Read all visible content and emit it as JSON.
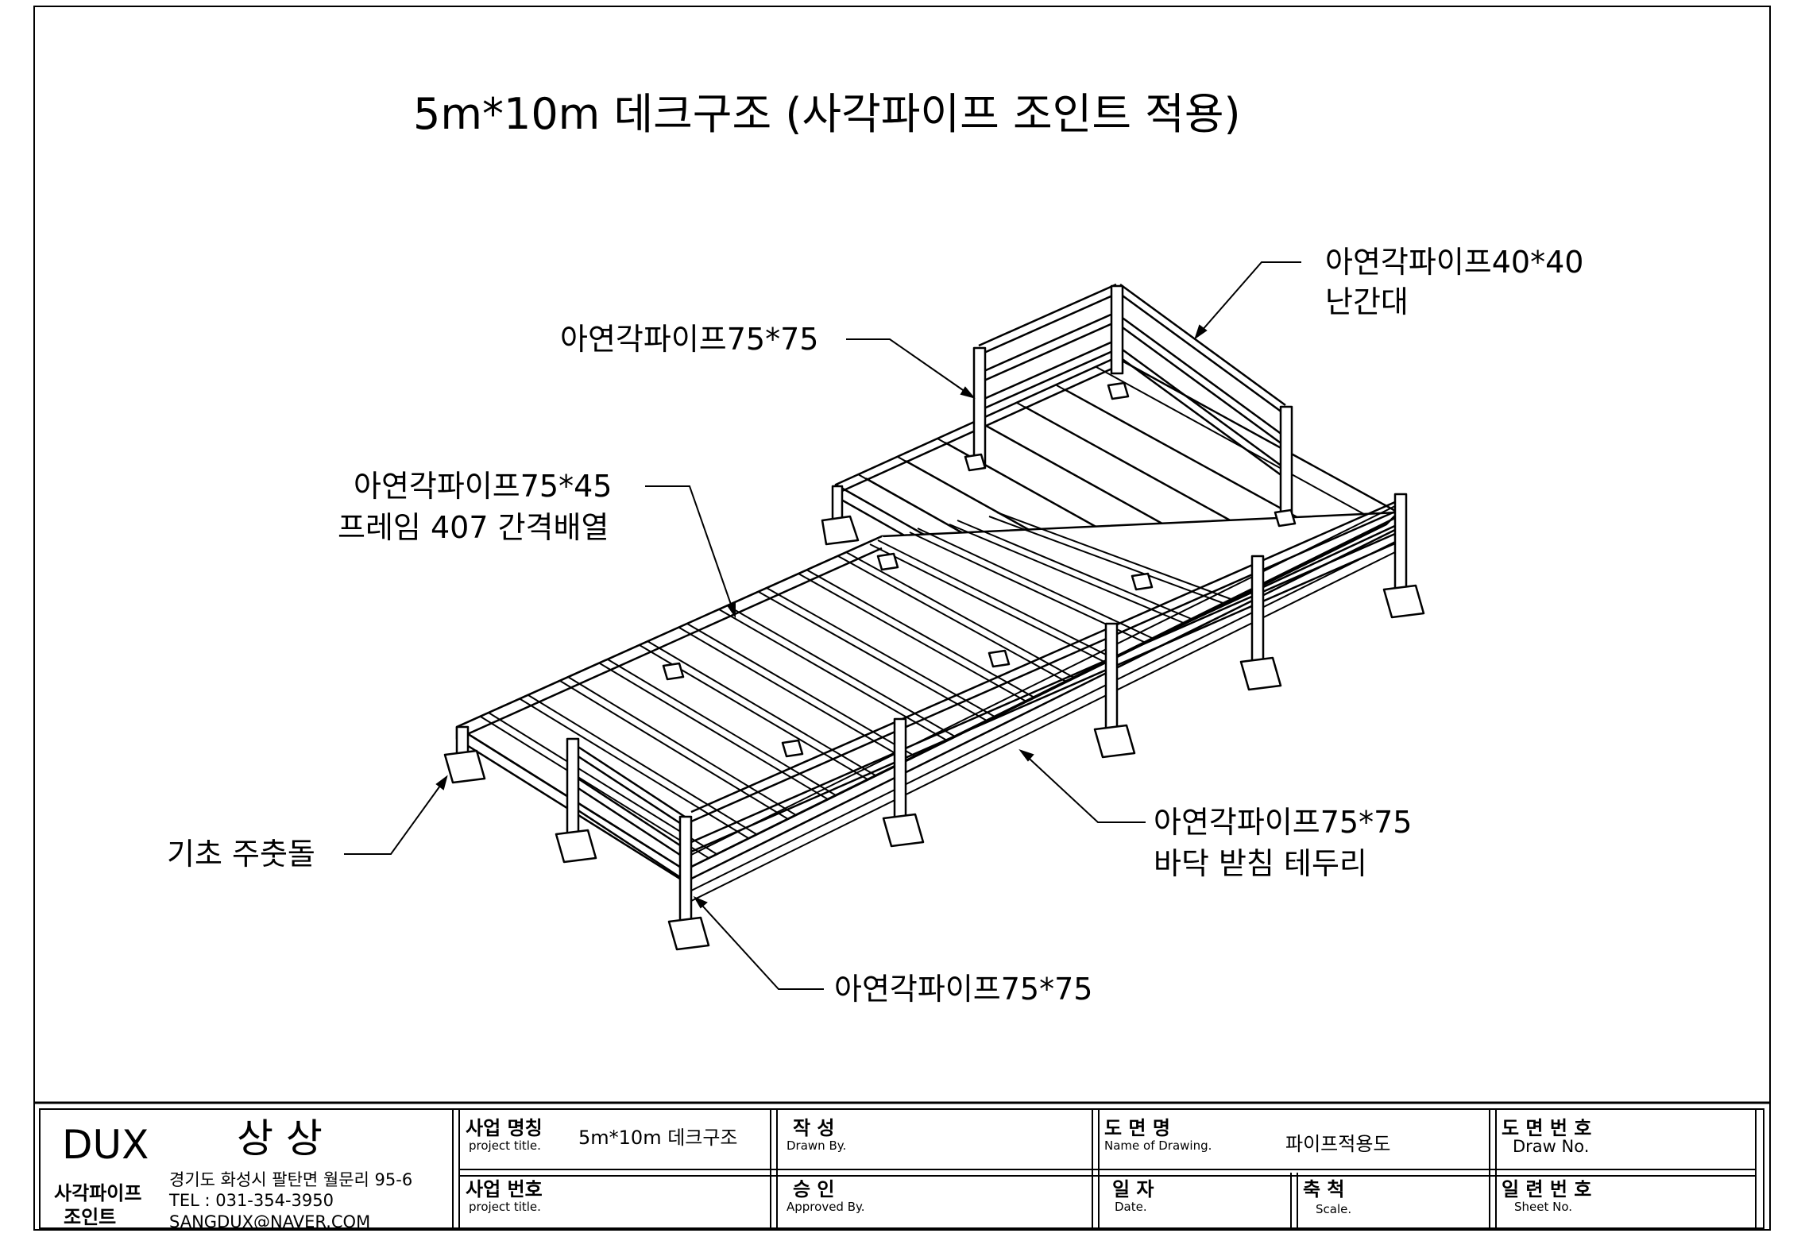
{
  "title": "5m*10m 데크구조 (사각파이프 조인트 적용)",
  "callouts": {
    "top_right_line1": "아연각파이프40*40",
    "top_right_line2": "난간대",
    "post_top": "아연각파이프75*75",
    "frame_line1": "아연각파이프75*45",
    "frame_line2": "프레임 407 간격배열",
    "foundation": "기초 주춧돌",
    "floor_line1": "아연각파이프75*75",
    "floor_line2": "바닥 받침 테두리",
    "post_bottom": "아연각파이프75*75"
  },
  "title_block": {
    "company": {
      "brand": "DUX",
      "name": "상 상",
      "product_line1": "사각파이프",
      "product_line2": "조인트",
      "address": "경기도 화성시 팔탄면 월문리 95-6",
      "tel": "TEL : 031-354-3950",
      "email": "SANGDUX@NAVER.COM"
    },
    "project_name_label": "사업 명칭",
    "project_name_sub": "project title.",
    "project_name_value": "5m*10m 데크구조",
    "drawn_label": "작   성",
    "drawn_sub": "Drawn By.",
    "drawing_name_label": "도  면  명",
    "drawing_name_sub": "Name of Drawing.",
    "drawing_name_value": "파이프적용도",
    "drawing_no_label": "도 면 번 호",
    "drawing_no_sub": "Draw No.",
    "project_no_label": "사업 번호",
    "project_no_sub": "project title.",
    "approved_label": "승   인",
    "approved_sub": "Approved By.",
    "date_label": "일   자",
    "date_sub": "Date.",
    "scale_label": "축   척",
    "scale_sub": "Scale.",
    "sheet_no_label": "일 련 번 호",
    "sheet_no_sub": "Sheet No."
  }
}
